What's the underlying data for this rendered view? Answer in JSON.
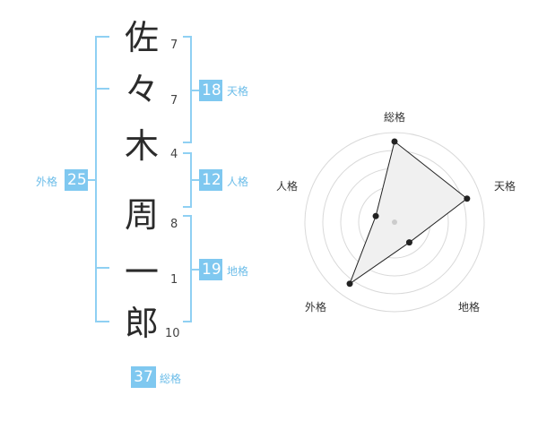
{
  "name": {
    "chars": [
      {
        "char": "佐",
        "strokes": "7"
      },
      {
        "char": "々",
        "strokes": "7"
      },
      {
        "char": "木",
        "strokes": "4"
      },
      {
        "char": "周",
        "strokes": "8"
      },
      {
        "char": "一",
        "strokes": "1"
      },
      {
        "char": "郎",
        "strokes": "10"
      }
    ]
  },
  "fortune": {
    "tenkaku": {
      "value": "18",
      "label": "天格"
    },
    "jinkaku": {
      "value": "12",
      "label": "人格"
    },
    "chikaku": {
      "value": "19",
      "label": "地格"
    },
    "gaikaku": {
      "value": "25",
      "label": "外格"
    },
    "soukaku": {
      "value": "37",
      "label": "総格"
    }
  },
  "radar": {
    "axes": [
      "総格",
      "天格",
      "地格",
      "外格",
      "人格"
    ],
    "values": [
      0.9,
      0.85,
      0.28,
      0.85,
      0.22
    ],
    "colors": {
      "fill": "#f0f0f0",
      "ring": "#d9d9d9",
      "line": "#222222"
    }
  }
}
